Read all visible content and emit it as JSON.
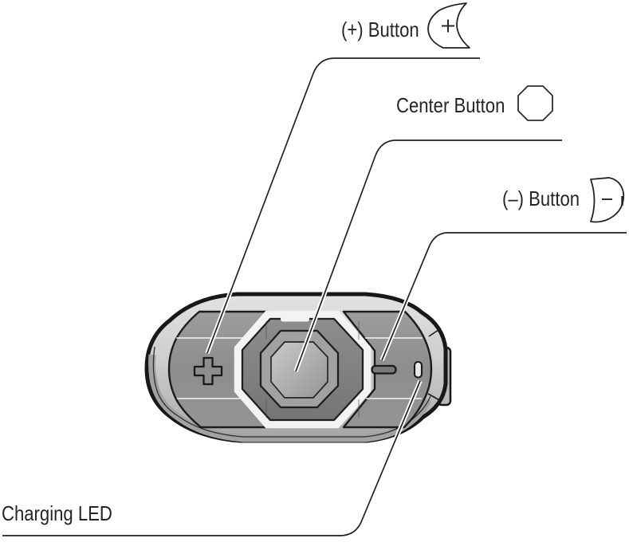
{
  "diagram": {
    "labels": {
      "plus_button": "(+) Button",
      "center_button": "Center Button",
      "minus_button": "(–) Button",
      "charging_led": "Charging LED"
    },
    "icons": {
      "plus": "plus-button-icon",
      "center": "center-button-icon",
      "minus": "minus-button-icon"
    },
    "colors": {
      "leader_line": "#232323",
      "label_text": "#262626",
      "outline": "#181818",
      "body_light": "#e0e0e0",
      "body_dark": "#a4a4a4",
      "button_panel": "#909090",
      "center_ring": "#f3f3f3",
      "led_slit": "#e9e9e9"
    }
  }
}
